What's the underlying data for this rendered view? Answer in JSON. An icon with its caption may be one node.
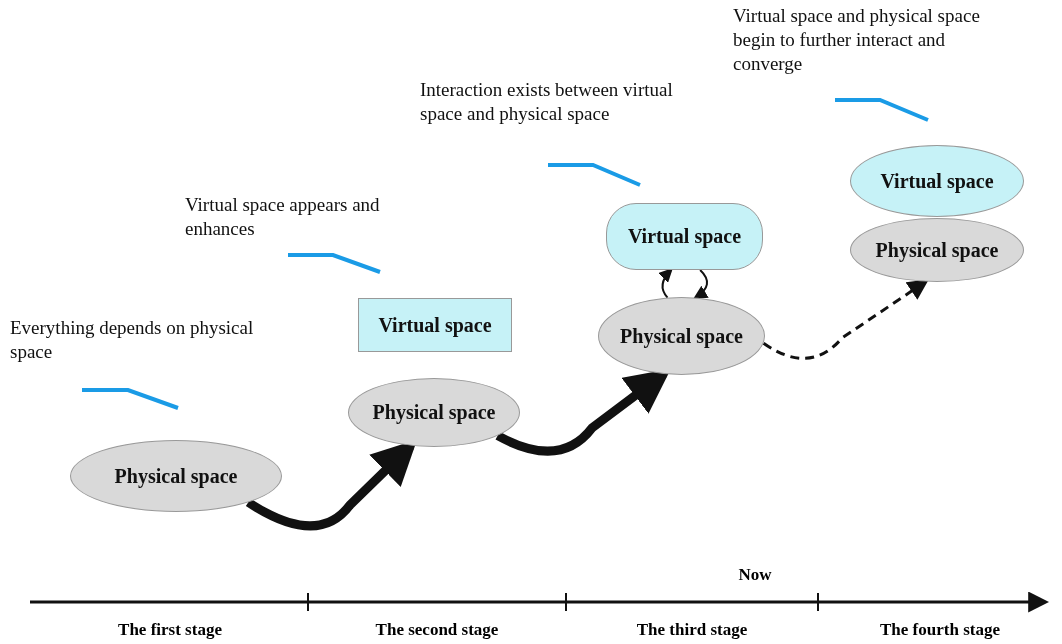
{
  "diagram": {
    "nodes": [
      {
        "text": [
          "Physical space"
        ]
      },
      {
        "text": [
          "Virtual space"
        ]
      },
      {
        "text": [
          "Physical space"
        ]
      },
      {
        "text": [
          "Virtual space"
        ]
      },
      {
        "text": [
          "Physical space"
        ]
      },
      {
        "text": [
          "Physical space"
        ]
      },
      {
        "text": [
          "Virtual space"
        ]
      }
    ],
    "edges": [
      {
        "from": 0,
        "to": 2,
        "arrow": "to",
        "style": "thick"
      },
      {
        "from": 2,
        "to": 4,
        "arrow": "to",
        "style": "thick"
      },
      {
        "from": 4,
        "to": 5,
        "arrow": "to",
        "style": "dashed"
      },
      {
        "from": 4,
        "to": 3,
        "arrow": "to"
      },
      {
        "from": 3,
        "to": 4,
        "arrow": "to"
      }
    ],
    "labels": [
      "Virtual space and physical space begin to further interact and converge",
      "Interaction exists between virtual space and physical space",
      "Virtual space appears and enhances",
      "Everything depends on physical space",
      "Now",
      "The first stage",
      "The second stage",
      "The third stage",
      "The fourth stage"
    ]
  }
}
